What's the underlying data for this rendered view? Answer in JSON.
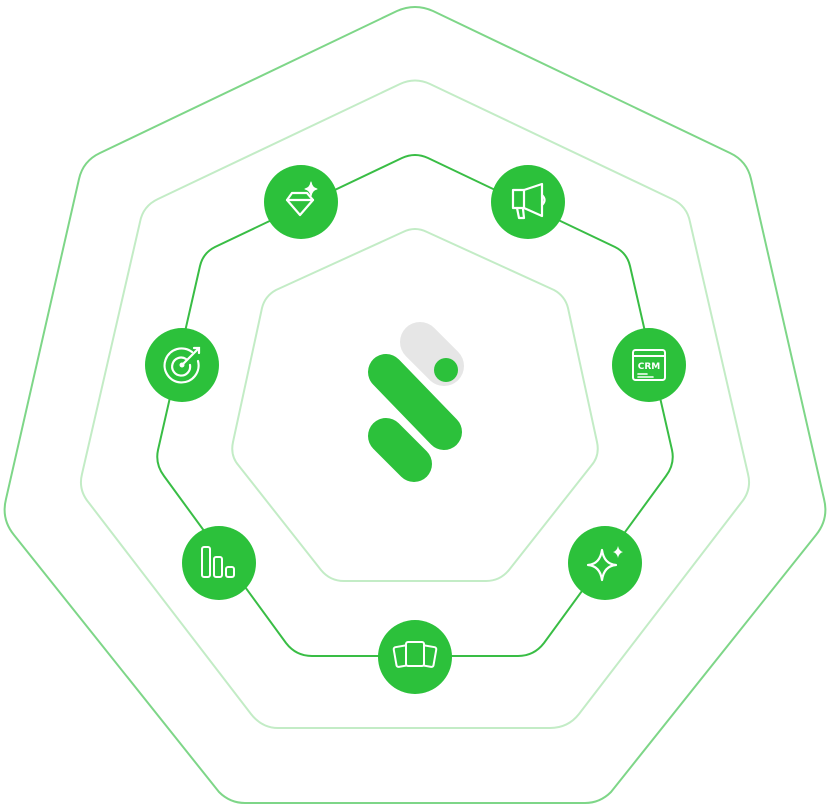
{
  "colors": {
    "brand_green": "#2cc13b",
    "ring_dark": "#39bd45",
    "ring_light": "#c3ecc6",
    "ring_mid": "#9fe0a5",
    "icon_stroke": "#ffffff",
    "logo_gray": "#e6e6e6"
  },
  "center_logo": {
    "icon": "brand-logo-icon"
  },
  "nodes": [
    {
      "id": "gem",
      "icon": "gem-sparkle-icon"
    },
    {
      "id": "megaphone",
      "icon": "megaphone-icon"
    },
    {
      "id": "target",
      "icon": "target-icon"
    },
    {
      "id": "crm",
      "icon": "crm-icon",
      "label": "CRM"
    },
    {
      "id": "chart",
      "icon": "bar-chart-icon"
    },
    {
      "id": "sparkle",
      "icon": "sparkle-icon"
    },
    {
      "id": "cards",
      "icon": "cards-stack-icon"
    }
  ]
}
